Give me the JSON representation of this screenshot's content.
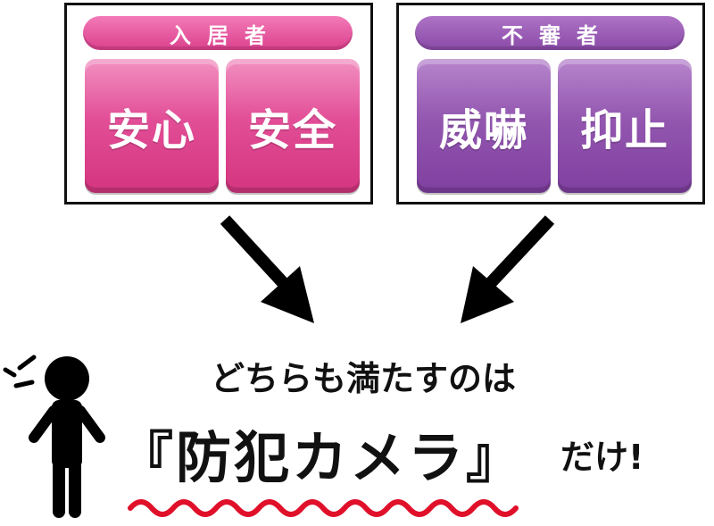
{
  "resident": {
    "heading": "入居者",
    "tiles": [
      "安心",
      "安全"
    ],
    "color": "#e24e97"
  },
  "intruder": {
    "heading": "不審者",
    "tiles": [
      "威嚇",
      "抑止"
    ],
    "color": "#9357b0"
  },
  "message": {
    "line1": "どちらも満たすのは",
    "main": "『防犯カメラ』",
    "tail": "だけ!"
  },
  "underline_color": "#e0102a",
  "figure_color": "#000000"
}
